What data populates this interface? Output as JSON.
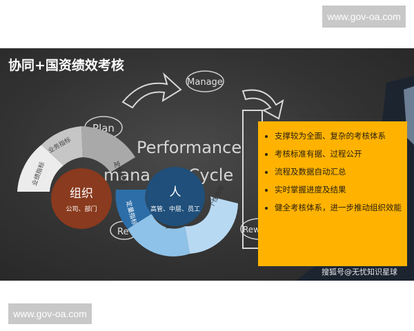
{
  "watermark_top": "www.gov-oa.com",
  "watermark_bottom": "www.gov-oa.com",
  "slide": {
    "title": "协同+国资绩效考核",
    "chalk_labels": {
      "manage": "Manage",
      "plan": "Plan",
      "performance": "Performance",
      "cycle": "mana ent Cycle",
      "review": "Re",
      "reward": "Reward"
    },
    "org_circle": {
      "title": "组织",
      "subtitle": "公司、部门"
    },
    "person_circle": {
      "title": "人",
      "subtitle": "高管、中层、员工"
    },
    "arc_segments": [
      "业绩指标",
      "业务指标",
      "定性指标",
      "定量指标",
      "通用指标",
      "个性指标"
    ],
    "panel_items": [
      "支撑较为全面、复杂的考核体系",
      "考核标准有据、过程公开",
      "流程及数据自动汇总",
      "实时掌握进度及结果",
      "健全考核体系，进一步推动组织效能"
    ],
    "credit": "搜狐号@无忧知识星球"
  },
  "colors": {
    "panel": "#ffb300",
    "org_circle": "#8a3a1e",
    "person_circle": "#1f4f7a",
    "arc_gray_light": "#e6e6e6",
    "arc_gray_mid": "#b9b9b9",
    "arc_blue_dark": "#2d6ea8",
    "arc_blue_light": "#8fc2e8"
  }
}
